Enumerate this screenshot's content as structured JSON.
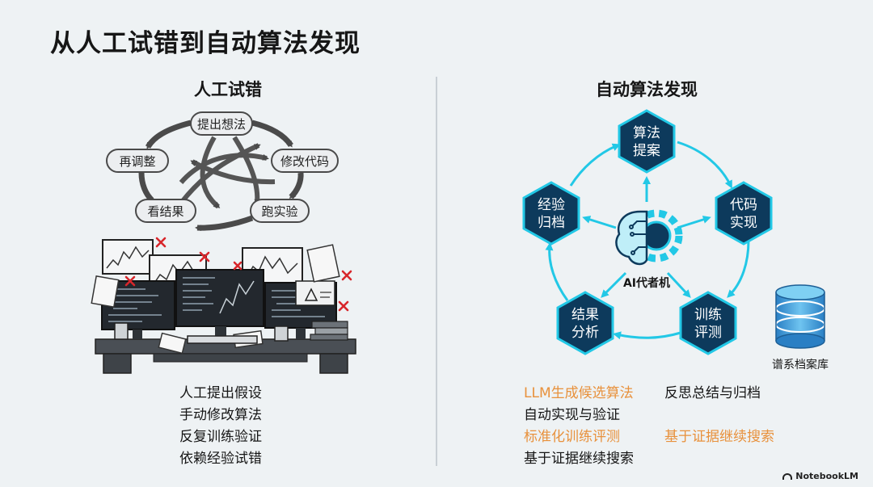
{
  "page": {
    "title": "从人工试错到自动算法发现"
  },
  "manual": {
    "title": "人工试错",
    "cycle_nodes": [
      "提出想法",
      "修改代码",
      "跑实验",
      "看结果",
      "再调整"
    ],
    "bullets": [
      "人工提出假设",
      "手动修改算法",
      "反复训练验证",
      "依赖经验试错"
    ]
  },
  "auto": {
    "title": "自动算法发现",
    "hex_nodes": [
      "算法\n提案",
      "代码\n实现",
      "训练\n评测",
      "结果\n分析",
      "经验\n归档"
    ],
    "center_label": "AI代者机",
    "database_label": "谱系档案库",
    "bullets_left": [
      {
        "text": "LLM生成候选算法",
        "color": "orange"
      },
      {
        "text": "自动实现与验证",
        "color": "dark"
      },
      {
        "text": "标准化训练评测",
        "color": "orange"
      },
      {
        "text": "基于证据继续搜索",
        "color": "dark"
      }
    ],
    "bullets_right": [
      {
        "text": "反思总结与归档",
        "color": "dark"
      },
      {
        "text": "",
        "color": "dark"
      },
      {
        "text": "基于证据继续搜索",
        "color": "orange"
      }
    ]
  },
  "logo": {
    "text": "NotebookLM"
  },
  "colors": {
    "hex_fill": "#0d3a5c",
    "hex_stroke": "#22c8e6",
    "cycle_arrow": "#4a4a4a",
    "accent_orange": "#e8913c",
    "reject_mark": "#d8262b"
  }
}
